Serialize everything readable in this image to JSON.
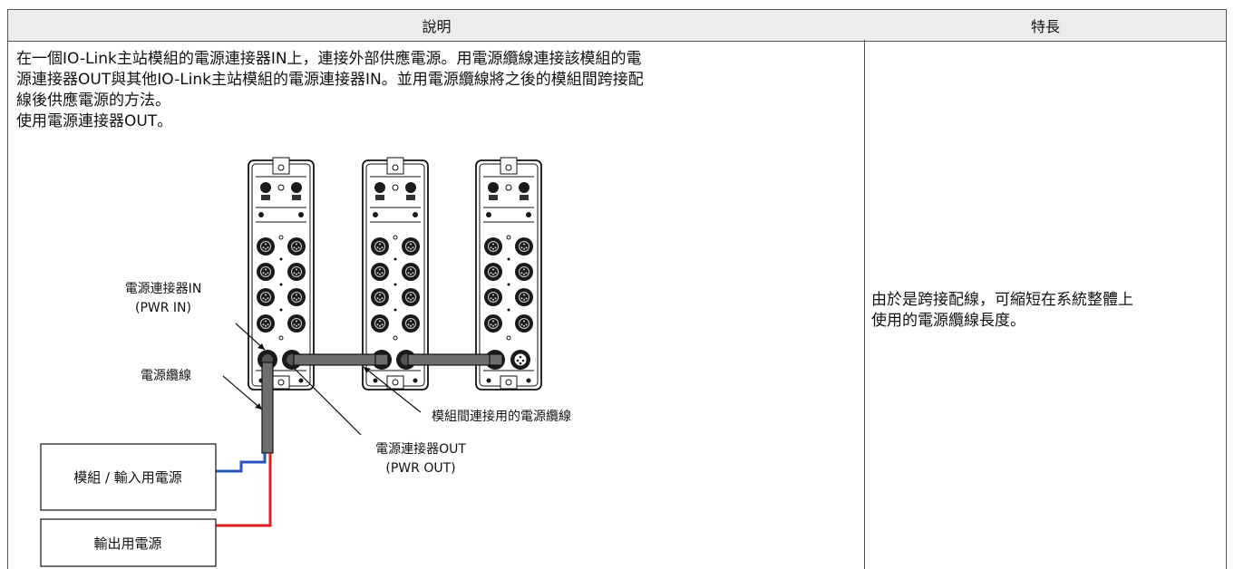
{
  "table": {
    "header_description": "說明",
    "header_features": "特長",
    "description_lines": [
      "在一個IO-Link主站模組的電源連接器IN上，連接外部供應電源。用電源纜線連接該模組的電",
      "源連接器OUT與其他IO-Link主站模組的電源連接器IN。並用電源纜線將之後的模組間跨接配",
      "線後供應電源的方法。",
      "使用電源連接器OUT。"
    ],
    "feature_lines": [
      "由於是跨接配線，可縮短在系統整體上",
      "使用的電源纜線長度。"
    ]
  },
  "diagram": {
    "label_power_in_line1": "電源連接器IN",
    "label_power_in_line2": "(PWR IN)",
    "label_power_cable": "電源纜線",
    "label_inter_module_cable": "模組間連接用的電源纜線",
    "label_power_out_line1": "電源連接器OUT",
    "label_power_out_line2": "(PWR OUT)",
    "box_module_input_power": "模組 / 輸入用電源",
    "box_output_power": "輸出用電源",
    "colors": {
      "wire_blue": "#2a52be",
      "wire_red": "#e02020",
      "cable_gray": "#6e6e6e",
      "header_bg": "#ececec"
    }
  }
}
